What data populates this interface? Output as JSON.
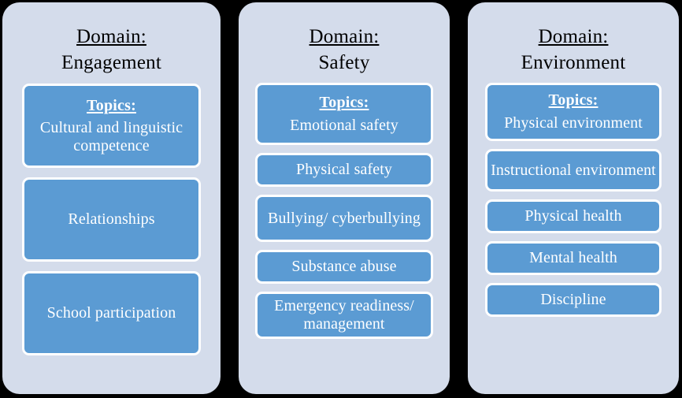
{
  "figure": {
    "page_background": "#000000",
    "panel_background": "#d4dceb",
    "topic_box_fill": "#5b9bd3",
    "topic_box_border": "#ffffff",
    "header_text_color": "#000000",
    "topic_text_color": "#ffffff"
  },
  "labels": {
    "domain_prefix": "Domain:",
    "topics_heading": "Topics:"
  },
  "columns": [
    {
      "domain_prefix": "Domain:",
      "domain_name": "Engagement",
      "topics_heading": "Topics:",
      "topics": [
        "Cultural and linguistic competence",
        "Relationships",
        "School participation"
      ]
    },
    {
      "domain_prefix": "Domain:",
      "domain_name": "Safety",
      "topics_heading": "Topics:",
      "topics": [
        "Emotional safety",
        "Physical safety",
        "Bullying/ cyberbullying",
        "Substance abuse",
        "Emergency readiness/ management"
      ]
    },
    {
      "domain_prefix": "Domain:",
      "domain_name": "Environment",
      "topics_heading": "Topics:",
      "topics": [
        "Physical environment",
        "Instructional environment",
        "Physical health",
        "Mental health",
        "Discipline"
      ]
    }
  ]
}
